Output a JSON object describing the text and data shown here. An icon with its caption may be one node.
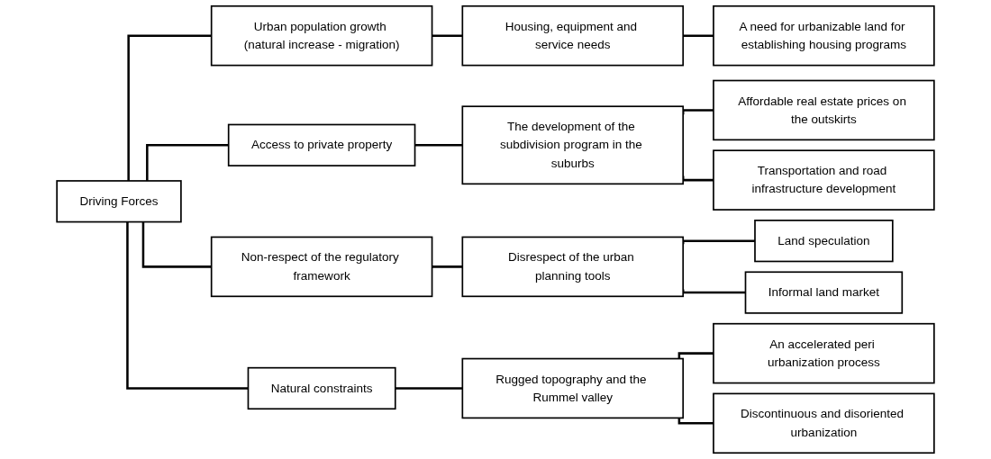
{
  "diagram": {
    "nodes": [
      {
        "text": [
          "Driving Forces"
        ]
      },
      {
        "text": [
          "Urban population growth (natural increase - migration)"
        ]
      },
      {
        "text": [
          "Housing, equipment and service needs"
        ]
      },
      {
        "text": [
          "A need for urbanizable land for establishing housing programs"
        ]
      },
      {
        "text": [
          "Access to private property"
        ]
      },
      {
        "text": [
          "The development of the subdivision program in the suburbs"
        ]
      },
      {
        "text": [
          "Affordable real estate prices on the outskirts"
        ]
      },
      {
        "text": [
          "Transportation and road infrastructure development"
        ]
      },
      {
        "text": [
          "Non-respect of the regulatory framework"
        ]
      },
      {
        "text": [
          "Disrespect of the urban planning tools"
        ]
      },
      {
        "text": [
          "Land speculation"
        ]
      },
      {
        "text": [
          "Informal land market"
        ]
      },
      {
        "text": [
          "Natural constraints"
        ]
      },
      {
        "text": [
          "Rugged topography and the Rummel valley"
        ]
      },
      {
        "text": [
          "An accelerated peri urbanization process"
        ]
      },
      {
        "text": [
          "Discontinuous and disoriented urbanization"
        ]
      }
    ],
    "edges": [
      {
        "from": 0,
        "to": 1,
        "arrow": "none"
      },
      {
        "from": 0,
        "to": 4,
        "arrow": "none"
      },
      {
        "from": 0,
        "to": 8,
        "arrow": "none"
      },
      {
        "from": 0,
        "to": 12,
        "arrow": "none"
      },
      {
        "from": 1,
        "to": 2,
        "arrow": "none"
      },
      {
        "from": 2,
        "to": 3,
        "arrow": "none"
      },
      {
        "from": 4,
        "to": 5,
        "arrow": "none"
      },
      {
        "from": 5,
        "to": 6,
        "arrow": "none"
      },
      {
        "from": 5,
        "to": 7,
        "arrow": "none"
      },
      {
        "from": 8,
        "to": 9,
        "arrow": "none"
      },
      {
        "from": 9,
        "to": 10,
        "arrow": "none"
      },
      {
        "from": 9,
        "to": 11,
        "arrow": "none"
      },
      {
        "from": 12,
        "to": 13,
        "arrow": "none"
      },
      {
        "from": 13,
        "to": 14,
        "arrow": "none"
      },
      {
        "from": 13,
        "to": 15,
        "arrow": "none"
      }
    ]
  }
}
